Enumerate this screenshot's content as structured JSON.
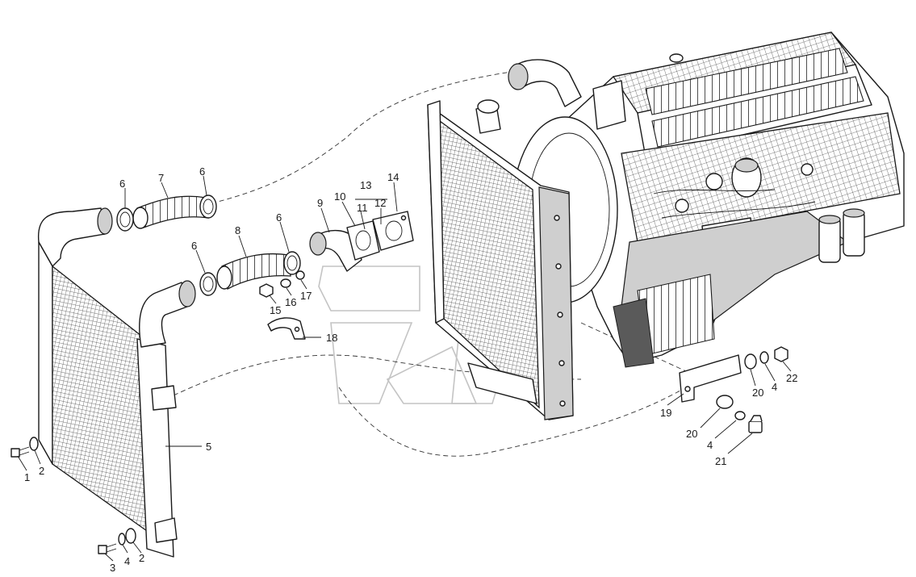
{
  "diagram": {
    "type": "exploded-assembly-drawing",
    "callouts": {
      "c1": "1",
      "c2a": "2",
      "c2b": "2",
      "c3": "3",
      "c4a": "4",
      "c4b": "4",
      "c4c": "4",
      "c5": "5",
      "c6a": "6",
      "c6b": "6",
      "c6c": "6",
      "c6d": "6",
      "c7": "7",
      "c8": "8",
      "c9": "9",
      "c10": "10",
      "c11": "11",
      "c12": "12",
      "c13": "13",
      "c14": "14",
      "c15": "15",
      "c16": "16",
      "c17": "17",
      "c18": "18",
      "c19": "19",
      "c20a": "20",
      "c20b": "20",
      "c21": "21",
      "c22": "22"
    }
  }
}
